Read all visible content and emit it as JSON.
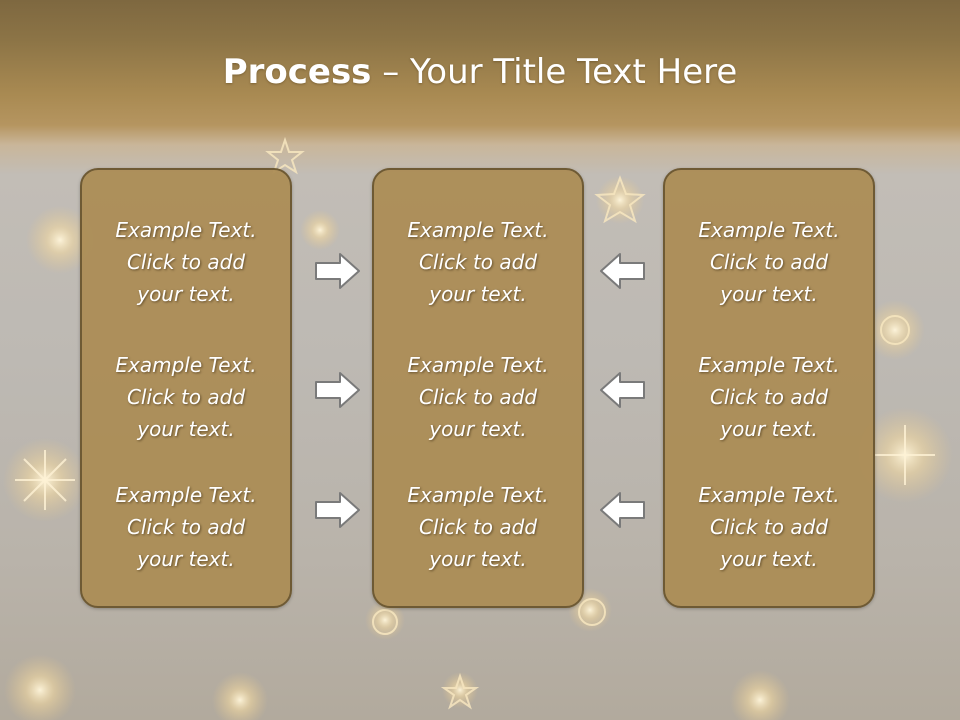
{
  "slide": {
    "title_bold": "Process",
    "title_rest": " – Your Title Text Here"
  },
  "columns": [
    {
      "entries": [
        {
          "line1": "Example Text.",
          "line2": "Click  to add",
          "line3": "your text."
        },
        {
          "line1": "Example Text.",
          "line2": "Click  to add",
          "line3": "your text."
        },
        {
          "line1": "Example Text.",
          "line2": "Click  to add",
          "line3": "your text."
        }
      ]
    },
    {
      "entries": [
        {
          "line1": "Example Text.",
          "line2": "Click  to add",
          "line3": "your text."
        },
        {
          "line1": "Example Text.",
          "line2": "Click  to add",
          "line3": "your text."
        },
        {
          "line1": "Example Text.",
          "line2": "Click  to add",
          "line3": "your text."
        }
      ]
    },
    {
      "entries": [
        {
          "line1": "Example Text.",
          "line2": "Click  to add",
          "line3": "your text."
        },
        {
          "line1": "Example Text.",
          "line2": "Click  to add",
          "line3": "your text."
        },
        {
          "line1": "Example Text.",
          "line2": "Click  to add",
          "line3": "your text."
        }
      ]
    }
  ],
  "icons": {
    "left_arrows": "arrow-right-icon",
    "right_arrows": "arrow-left-icon"
  },
  "colors": {
    "box_fill": "#ab8c54",
    "box_border": "#6e5a34",
    "arrow_fill": "#ffffff",
    "arrow_stroke": "#7a7a7a",
    "text": "#ffffff"
  }
}
